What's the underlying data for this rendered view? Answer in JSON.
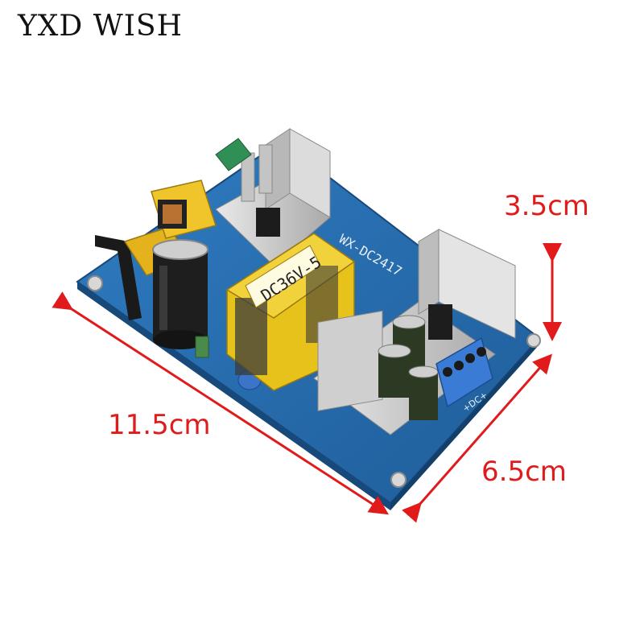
{
  "brand": "YXD WISH",
  "board": {
    "transformer_label": "DC36V-5",
    "model_label": "WX-DC2417",
    "terminal_label": "+DC+"
  },
  "dimensions": {
    "length": "11.5cm",
    "width": "6.5cm",
    "height": "3.5cm"
  },
  "colors": {
    "pcb": "#2a6fb0",
    "dimension_text": "#e11b1b",
    "transformer": "#e8c81c",
    "heatsink": "#c9c9c9"
  }
}
